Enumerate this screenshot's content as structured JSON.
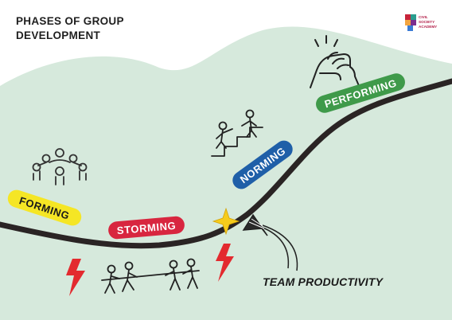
{
  "title": {
    "line1": "PHASES OF GROUP",
    "line2": "DEVELOPMENT"
  },
  "logo": {
    "line1": "CIVIL",
    "line2": "SOCIETY",
    "line3": "ACADEMY"
  },
  "phases": [
    {
      "id": "forming",
      "label": "FORMING",
      "bg": "#f5e625",
      "fg": "#1a1a1a",
      "icon": "group-circle-icon"
    },
    {
      "id": "storming",
      "label": "STORMING",
      "bg": "#d8263f",
      "fg": "#ffffff",
      "icon": "tug-of-war-icon"
    },
    {
      "id": "norming",
      "label": "NORMING",
      "bg": "#1f5fa8",
      "fg": "#ffffff",
      "icon": "helping-up-stairs-icon"
    },
    {
      "id": "performing",
      "label": "PERFORMING",
      "bg": "#3f9a4a",
      "fg": "#ffffff",
      "icon": "handshake-clasp-icon"
    }
  ],
  "caption": "TEAM PRODUCTIVITY",
  "colors": {
    "background_hill": "#d6e9dc",
    "curve": "#2a2424",
    "lightning": "#e32a2f",
    "star": "#f6cc1c"
  }
}
